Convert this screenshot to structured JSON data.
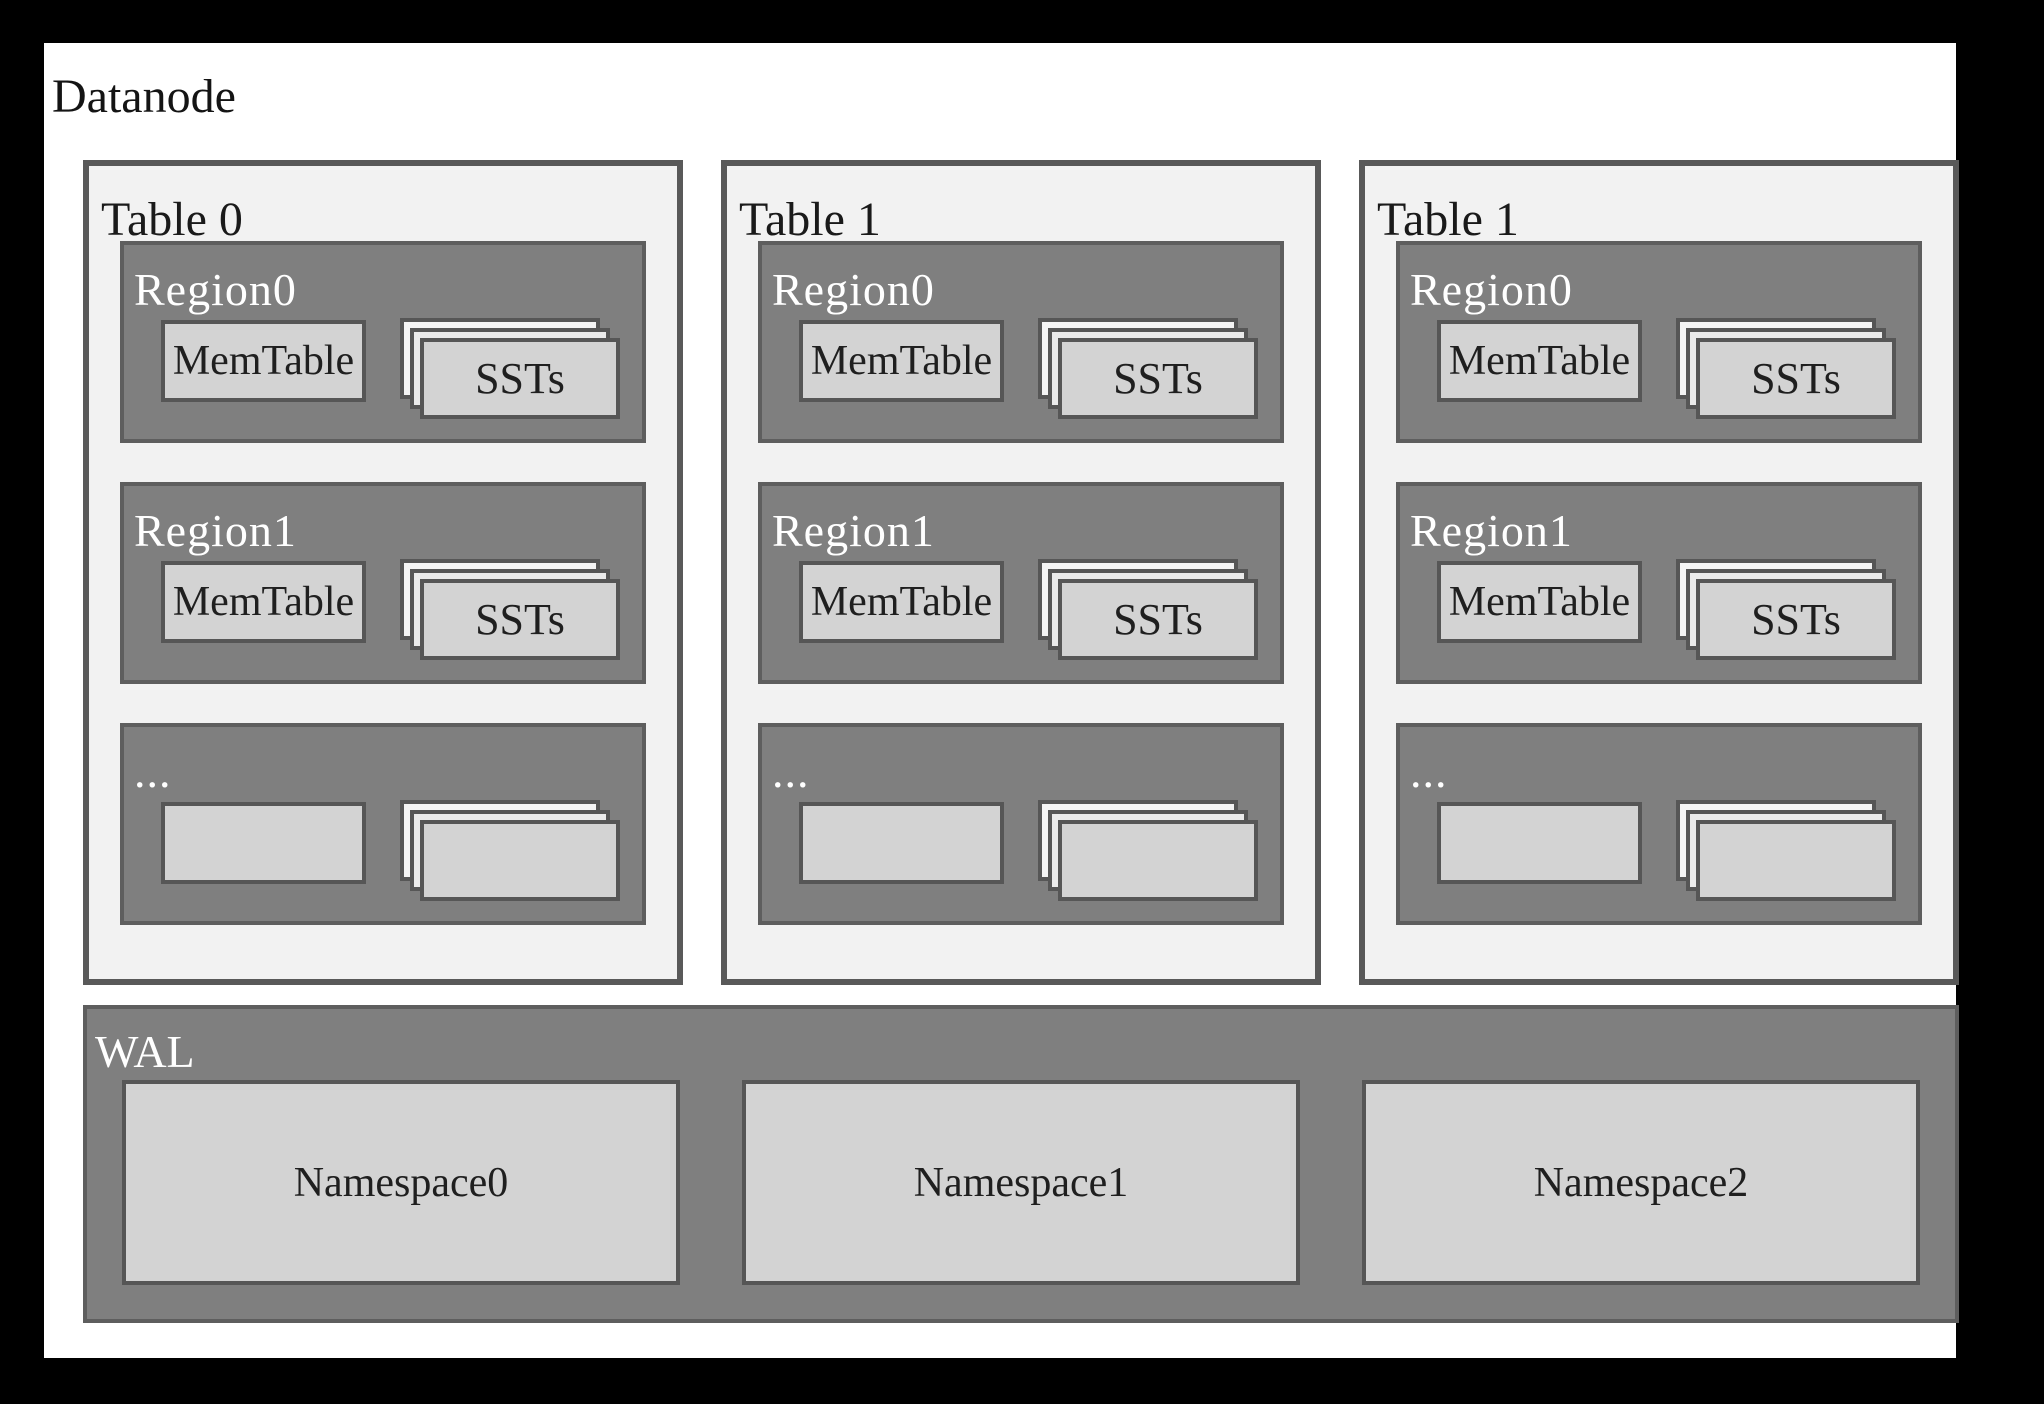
{
  "title": "Datanode",
  "tables": [
    {
      "label": "Table 0",
      "regions": [
        {
          "label": "Region0",
          "memtable": "MemTable",
          "ssts": "SSTs"
        },
        {
          "label": "Region1",
          "memtable": "MemTable",
          "ssts": "SSTs"
        },
        {
          "label": "...",
          "memtable": "",
          "ssts": ""
        }
      ]
    },
    {
      "label": "Table 1",
      "regions": [
        {
          "label": "Region0",
          "memtable": "MemTable",
          "ssts": "SSTs"
        },
        {
          "label": "Region1",
          "memtable": "MemTable",
          "ssts": "SSTs"
        },
        {
          "label": "...",
          "memtable": "",
          "ssts": ""
        }
      ]
    },
    {
      "label": "Table 1",
      "regions": [
        {
          "label": "Region0",
          "memtable": "MemTable",
          "ssts": "SSTs"
        },
        {
          "label": "Region1",
          "memtable": "MemTable",
          "ssts": "SSTs"
        },
        {
          "label": "...",
          "memtable": "",
          "ssts": ""
        }
      ]
    }
  ],
  "wal": {
    "label": "WAL",
    "namespaces": [
      {
        "label": "Namespace0"
      },
      {
        "label": "Namespace1"
      },
      {
        "label": "Namespace2"
      }
    ]
  },
  "colors": {
    "frame_bg": "#000000",
    "page_bg": "#ffffff",
    "table_fill": "#f2f2f2",
    "table_border": "#595959",
    "region_fill": "#7f7f7f",
    "region_border": "#5e5e5e",
    "light_box_fill": "#d3d3d3",
    "light_box_border": "#565656",
    "dark_text": "#1f1f1f",
    "white_text": "#ffffff"
  }
}
